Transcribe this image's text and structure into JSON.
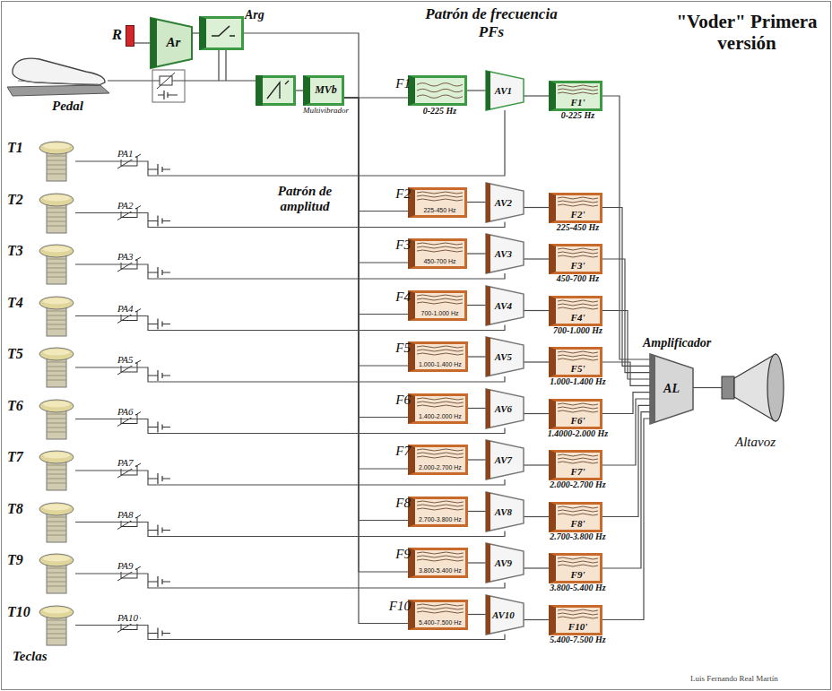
{
  "diagram": {
    "title": "\"Voder\" Primera versión",
    "nodes": [
      {
        "text": [
          "R"
        ]
      },
      {
        "text": [
          "Ar"
        ]
      },
      {
        "text": [
          "Arg"
        ]
      },
      {
        "text": [
          "MVb",
          "Multivibrador"
        ]
      },
      {
        "text": [
          "F1",
          "0-225 Hz"
        ]
      },
      {
        "text": [
          "AV1"
        ]
      },
      {
        "text": [
          "F1'",
          "0-225 Hz"
        ]
      },
      {
        "text": [
          "F2",
          "225-450 Hz"
        ]
      },
      {
        "text": [
          "AV2"
        ]
      },
      {
        "text": [
          "F2'",
          "225-450 Hz"
        ]
      },
      {
        "text": [
          "F3",
          "450-700 Hz"
        ]
      },
      {
        "text": [
          "AV3"
        ]
      },
      {
        "text": [
          "F3'",
          "450-700 Hz"
        ]
      },
      {
        "text": [
          "F4",
          "700-1.000 Hz"
        ]
      },
      {
        "text": [
          "AV4"
        ]
      },
      {
        "text": [
          "F4'",
          "700-1.000 Hz"
        ]
      },
      {
        "text": [
          "F5",
          "1.000-1.400 Hz"
        ]
      },
      {
        "text": [
          "AV5"
        ]
      },
      {
        "text": [
          "F5'",
          "1.000-1.400 Hz"
        ]
      },
      {
        "text": [
          "F6",
          "1.400-2.000 Hz"
        ]
      },
      {
        "text": [
          "AV6"
        ]
      },
      {
        "text": [
          "F6'",
          "1.4000-2.000 Hz"
        ]
      },
      {
        "text": [
          "F7",
          "2.000-2.700 Hz"
        ]
      },
      {
        "text": [
          "AV7"
        ]
      },
      {
        "text": [
          "F7'",
          "2.000-2.700 Hz"
        ]
      },
      {
        "text": [
          "F8",
          "2.700-3.800 Hz"
        ]
      },
      {
        "text": [
          "AV8"
        ]
      },
      {
        "text": [
          "F8'",
          "2.700-3.800 Hz"
        ]
      },
      {
        "text": [
          "F9",
          "3.800-5.400 Hz"
        ]
      },
      {
        "text": [
          "AV9"
        ]
      },
      {
        "text": [
          "F9'",
          "3.800-5.400 Hz"
        ]
      },
      {
        "text": [
          "F10",
          "5.400-7.500 Hz"
        ]
      },
      {
        "text": [
          "AV10"
        ]
      },
      {
        "text": [
          "F10'",
          "5.400-7.500 Hz"
        ]
      },
      {
        "text": [
          "T1"
        ]
      },
      {
        "text": [
          "T2"
        ]
      },
      {
        "text": [
          "T3"
        ]
      },
      {
        "text": [
          "T4"
        ]
      },
      {
        "text": [
          "T5"
        ]
      },
      {
        "text": [
          "T6"
        ]
      },
      {
        "text": [
          "T7"
        ]
      },
      {
        "text": [
          "T8"
        ]
      },
      {
        "text": [
          "T9"
        ]
      },
      {
        "text": [
          "T10"
        ]
      },
      {
        "text": [
          "Amplificador",
          "AL"
        ]
      },
      {
        "text": [
          "Altavoz"
        ]
      }
    ],
    "edges": [
      {
        "from": 0,
        "to": 1,
        "arrow": "none"
      },
      {
        "from": 1,
        "to": 2,
        "arrow": "none"
      },
      {
        "from": 3,
        "to": 4,
        "arrow": "none"
      },
      {
        "from": 4,
        "to": 5,
        "arrow": "none"
      },
      {
        "from": 5,
        "to": 6,
        "arrow": "none"
      },
      {
        "from": 34,
        "to": 5,
        "label": "PA1",
        "arrow": "none"
      },
      {
        "from": 6,
        "to": 44,
        "arrow": "none"
      },
      {
        "from": 3,
        "to": 7,
        "arrow": "none"
      },
      {
        "from": 7,
        "to": 8,
        "arrow": "none"
      },
      {
        "from": 8,
        "to": 9,
        "arrow": "none"
      },
      {
        "from": 35,
        "to": 8,
        "label": "PA2",
        "arrow": "none"
      },
      {
        "from": 9,
        "to": 44,
        "arrow": "none"
      },
      {
        "from": 3,
        "to": 10,
        "arrow": "none"
      },
      {
        "from": 10,
        "to": 11,
        "arrow": "none"
      },
      {
        "from": 11,
        "to": 12,
        "arrow": "none"
      },
      {
        "from": 36,
        "to": 11,
        "label": "PA3",
        "arrow": "none"
      },
      {
        "from": 12,
        "to": 44,
        "arrow": "none"
      },
      {
        "from": 3,
        "to": 13,
        "arrow": "none"
      },
      {
        "from": 13,
        "to": 14,
        "arrow": "none"
      },
      {
        "from": 14,
        "to": 15,
        "arrow": "none"
      },
      {
        "from": 37,
        "to": 14,
        "label": "PA4",
        "arrow": "none"
      },
      {
        "from": 15,
        "to": 44,
        "arrow": "none"
      },
      {
        "from": 3,
        "to": 16,
        "arrow": "none"
      },
      {
        "from": 16,
        "to": 17,
        "arrow": "none"
      },
      {
        "from": 17,
        "to": 18,
        "arrow": "none"
      },
      {
        "from": 38,
        "to": 17,
        "label": "PA5",
        "arrow": "none"
      },
      {
        "from": 18,
        "to": 44,
        "arrow": "none"
      },
      {
        "from": 3,
        "to": 19,
        "arrow": "none"
      },
      {
        "from": 19,
        "to": 20,
        "arrow": "none"
      },
      {
        "from": 20,
        "to": 21,
        "arrow": "none"
      },
      {
        "from": 39,
        "to": 20,
        "label": "PA6",
        "arrow": "none"
      },
      {
        "from": 21,
        "to": 44,
        "arrow": "none"
      },
      {
        "from": 3,
        "to": 22,
        "arrow": "none"
      },
      {
        "from": 22,
        "to": 23,
        "arrow": "none"
      },
      {
        "from": 23,
        "to": 24,
        "arrow": "none"
      },
      {
        "from": 40,
        "to": 23,
        "label": "PA7",
        "arrow": "none"
      },
      {
        "from": 24,
        "to": 44,
        "arrow": "none"
      },
      {
        "from": 3,
        "to": 25,
        "arrow": "none"
      },
      {
        "from": 25,
        "to": 26,
        "arrow": "none"
      },
      {
        "from": 26,
        "to": 27,
        "arrow": "none"
      },
      {
        "from": 41,
        "to": 26,
        "label": "PA8",
        "arrow": "none"
      },
      {
        "from": 27,
        "to": 44,
        "arrow": "none"
      },
      {
        "from": 3,
        "to": 28,
        "arrow": "none"
      },
      {
        "from": 28,
        "to": 29,
        "arrow": "none"
      },
      {
        "from": 29,
        "to": 30,
        "arrow": "none"
      },
      {
        "from": 42,
        "to": 29,
        "label": "PA9",
        "arrow": "none"
      },
      {
        "from": 30,
        "to": 44,
        "arrow": "none"
      },
      {
        "from": 3,
        "to": 31,
        "arrow": "none"
      },
      {
        "from": 31,
        "to": 32,
        "arrow": "none"
      },
      {
        "from": 32,
        "to": 33,
        "arrow": "none"
      },
      {
        "from": 43,
        "to": 32,
        "label": "PA10",
        "arrow": "none"
      },
      {
        "from": 33,
        "to": 44,
        "arrow": "none"
      },
      {
        "from": 44,
        "to": 45,
        "arrow": "none"
      }
    ],
    "labels": [
      "Patrón de frecuencia PFs",
      "Patrón de amplitud",
      "Pedal",
      "Teclas",
      "Luis Fernando Real Martín"
    ]
  }
}
